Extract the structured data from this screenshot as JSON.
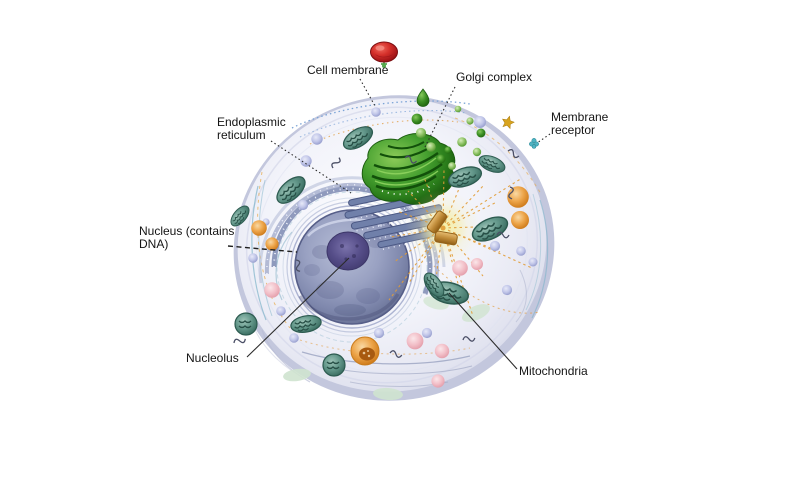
{
  "diagram": {
    "labels": {
      "cell_membrane": "Cell membrane",
      "golgi_complex": "Golgi complex",
      "endoplasmic_reticulum": "Endoplasmic reticulum",
      "membrane_receptor": "Membrane receptor",
      "nucleus": "Nucleus (contains DNA)",
      "nucleolus": "Nucleolus",
      "mitochondria": "Mitochondria"
    },
    "colors": {
      "background": "#ffffff",
      "cell_rim": "#c3c7dd",
      "cytoplasm": "#eef0f8",
      "nucleus": "#8a93b8",
      "nucleolus": "#4c4480",
      "golgi": "#2f7a1f",
      "endoplasmic_reticulum": "#7080aa",
      "mitochondria": "#4d8578",
      "centrosome_glow": "#f6f0a8",
      "lysosome": "#dd8a2b",
      "red_particle": "#c4201f",
      "gold_receptor": "#d8a41e",
      "teal_receptor": "#4fb3c2",
      "label_text": "#151515"
    }
  }
}
